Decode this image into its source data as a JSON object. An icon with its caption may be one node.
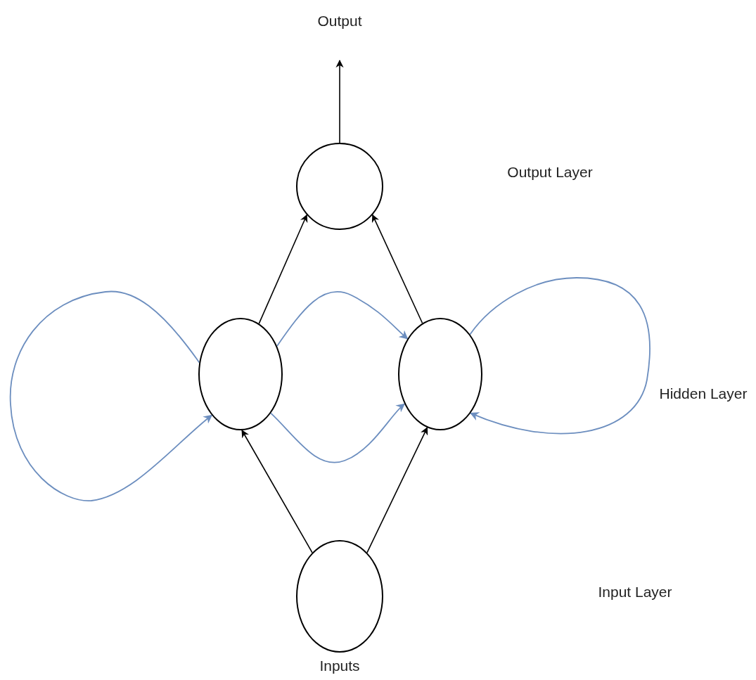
{
  "diagram": {
    "nodes": [
      {
        "text": [],
        "shape": "circle"
      },
      {
        "text": [],
        "shape": "circle"
      },
      {
        "text": [],
        "shape": "circle"
      },
      {
        "text": [],
        "shape": "circle"
      }
    ],
    "edges": [
      {
        "from": 3,
        "to": 1,
        "arrow": "to"
      },
      {
        "from": 3,
        "to": 2,
        "arrow": "to"
      },
      {
        "from": 1,
        "to": 0,
        "arrow": "to"
      },
      {
        "from": 2,
        "to": 0,
        "arrow": "to"
      },
      {
        "from": 0,
        "to": null,
        "arrow": "to"
      },
      {
        "from": 1,
        "to": 1,
        "arrow": "to",
        "color": "#6c8ebf"
      },
      {
        "from": 2,
        "to": 2,
        "arrow": "to",
        "color": "#6c8ebf"
      },
      {
        "from": 1,
        "to": 2,
        "arrow": "to",
        "color": "#6c8ebf"
      },
      {
        "from": 1,
        "to": 2,
        "arrow": "to",
        "color": "#6c8ebf"
      }
    ],
    "labels": [
      "Output",
      "Output Layer",
      "Hidden Layer",
      "Input Layer",
      "Inputs"
    ]
  }
}
